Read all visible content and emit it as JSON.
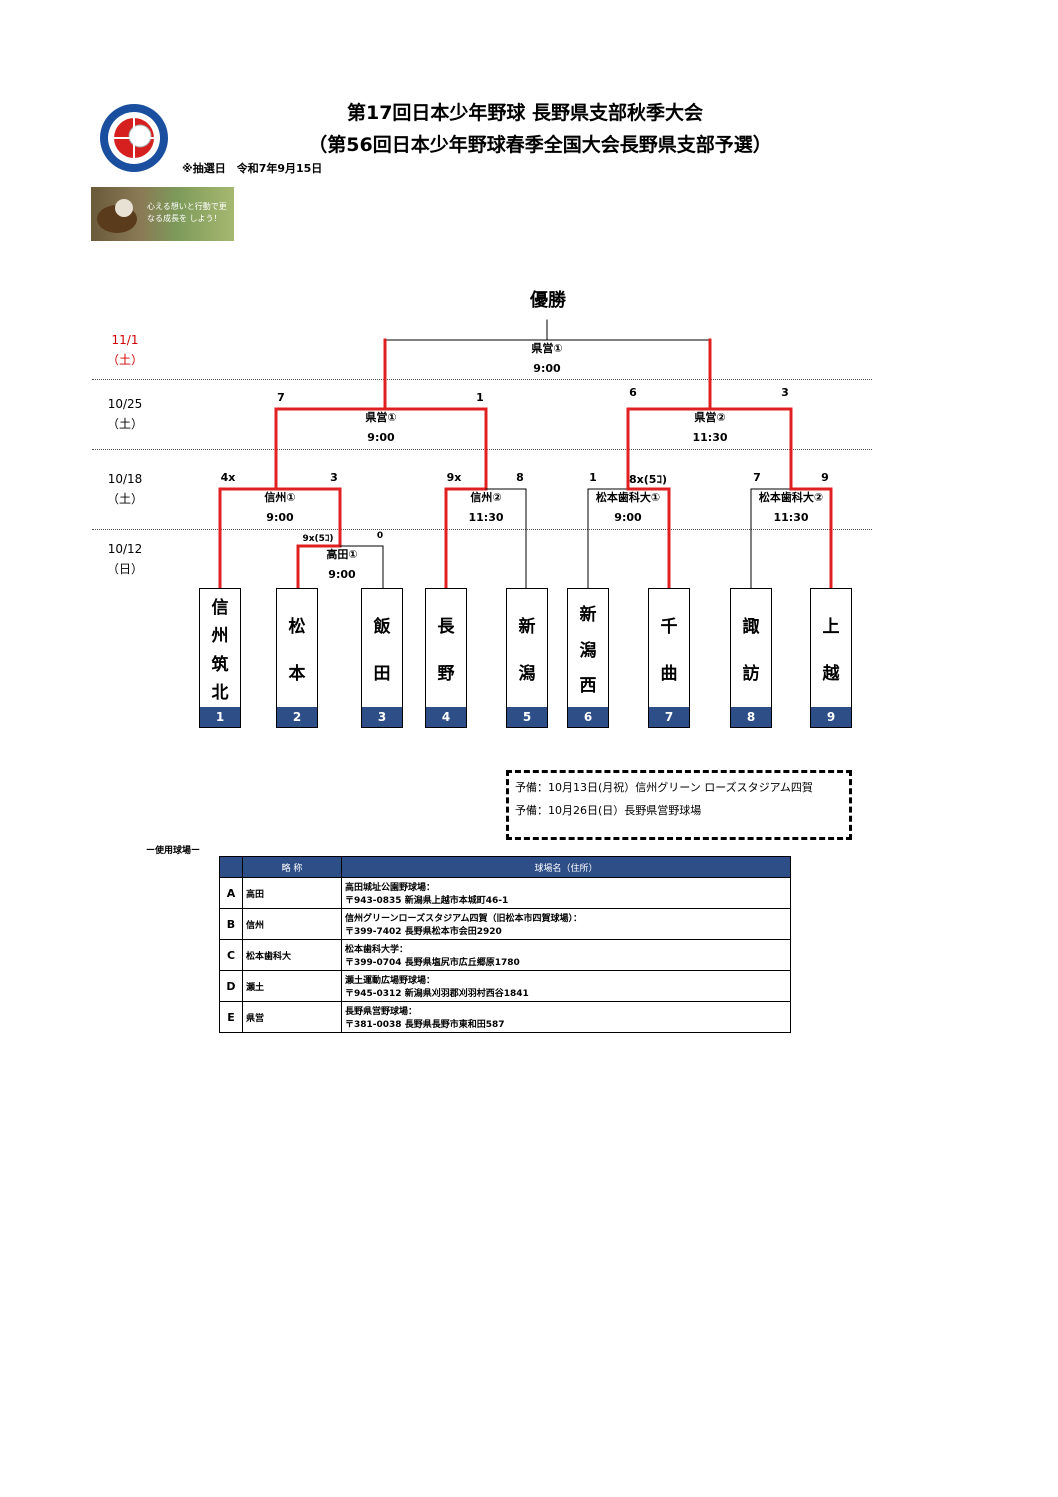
{
  "header": {
    "title1": "第17回日本少年野球 長野県支部秋季大会",
    "title2": "（第56回日本少年野球春季全国大会長野県支部予選）",
    "draw_date": "※抽選日　令和7年9月15日",
    "banner_text": "心える想いと行動で更なる成長を しよう！"
  },
  "champion_label": "優勝",
  "dates": [
    {
      "date": "11/1",
      "day": "（土）",
      "color": "#d00000"
    },
    {
      "date": "10/25",
      "day": "（土）",
      "color": "#000000"
    },
    {
      "date": "10/18",
      "day": "（土）",
      "color": "#000000"
    },
    {
      "date": "10/12",
      "day": "（日）",
      "color": "#000000"
    }
  ],
  "games": {
    "final": {
      "venue": "県営①",
      "time": "9:00"
    },
    "sf1": {
      "venue": "県営①",
      "time": "9:00",
      "score_left": "7",
      "score_right": "1"
    },
    "sf2": {
      "venue": "県営②",
      "time": "11:30",
      "score_left": "6",
      "score_right": "3"
    },
    "qf1": {
      "venue": "信州①",
      "time": "9:00",
      "score_left": "4x",
      "score_right": "3"
    },
    "qf2": {
      "venue": "信州②",
      "time": "11:30",
      "score_left": "9x",
      "score_right": "8"
    },
    "qf3": {
      "venue": "松本歯科大①",
      "time": "9:00",
      "score_left": "1",
      "score_right": "8x(5ｺ)"
    },
    "qf4": {
      "venue": "松本歯科大②",
      "time": "11:30",
      "score_left": "7",
      "score_right": "9"
    },
    "r1": {
      "venue": "高田①",
      "time": "9:00",
      "score_left": "9x(5ｺ)",
      "score_right": "0"
    }
  },
  "teams": [
    {
      "num": "1",
      "chars": [
        "信",
        "州",
        "筑",
        "北"
      ]
    },
    {
      "num": "2",
      "chars": [
        "松",
        "本"
      ]
    },
    {
      "num": "3",
      "chars": [
        "飯",
        "田"
      ]
    },
    {
      "num": "4",
      "chars": [
        "長",
        "野"
      ]
    },
    {
      "num": "5",
      "chars": [
        "新",
        "潟"
      ]
    },
    {
      "num": "6",
      "chars": [
        "新",
        "潟",
        "西"
      ]
    },
    {
      "num": "7",
      "chars": [
        "千",
        "曲"
      ]
    },
    {
      "num": "8",
      "chars": [
        "諏",
        "訪"
      ]
    },
    {
      "num": "9",
      "chars": [
        "上",
        "越"
      ]
    }
  ],
  "notes": {
    "line1": "予備：10月13日(月祝）信州グリーン ローズスタジアム四賀",
    "line2": "予備：10月26日(日）長野県営野球場"
  },
  "venues": {
    "caption": "ー使用球場ー",
    "headers": [
      "略 称",
      "球場名（住所）"
    ],
    "rows": [
      {
        "code": "A",
        "abbr": "高田",
        "name": "高田城址公園野球場：",
        "addr": "〒943-0835 新潟県上越市本城町46-1"
      },
      {
        "code": "B",
        "abbr": "信州",
        "name": "信州グリーンローズスタジアム四賀（旧松本市四賀球場）：",
        "addr": "〒399-7402 長野県松本市会田2920"
      },
      {
        "code": "C",
        "abbr": "松本歯科大",
        "name": "松本歯科大学：",
        "addr": "〒399-0704 長野県塩尻市広丘郷原1780"
      },
      {
        "code": "D",
        "abbr": "瀬土",
        "name": "瀬土運動広場野球場：",
        "addr": "〒945-0312 新潟県刈羽郡刈羽村西谷1841"
      },
      {
        "code": "E",
        "abbr": "県営",
        "name": "長野県営野球場：",
        "addr": "〒381-0038 長野県長野市東和田587"
      }
    ]
  },
  "colors": {
    "winner_line": "#e02020",
    "loser_line": "#000000",
    "team_number_bg": "#2d4e86"
  }
}
